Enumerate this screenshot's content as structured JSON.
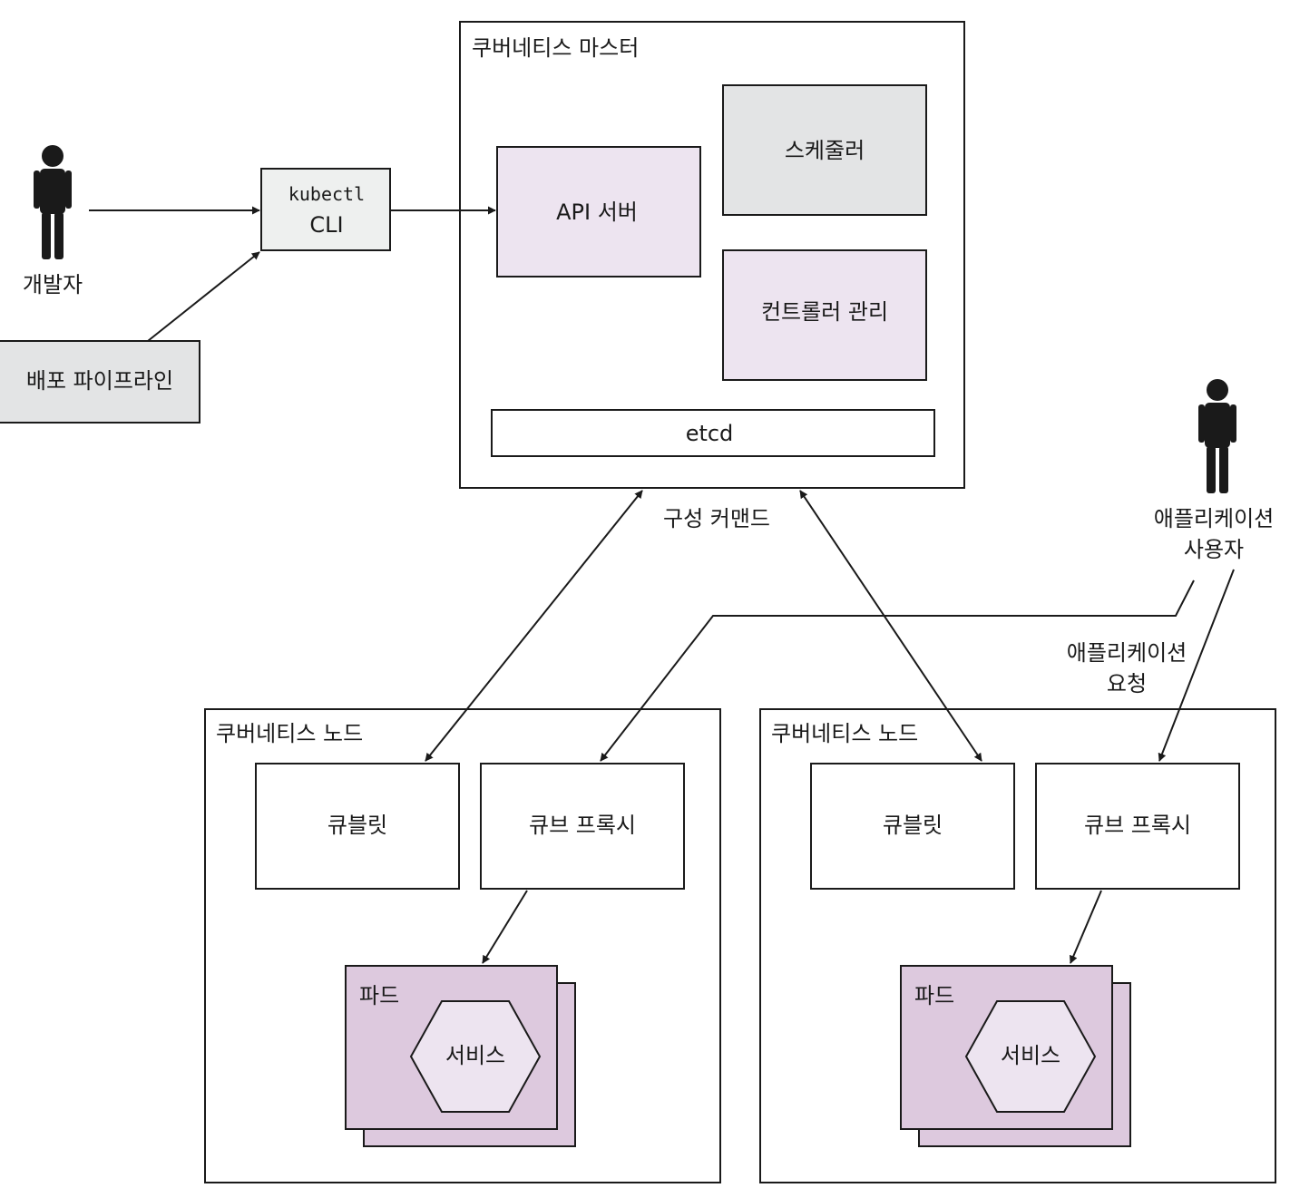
{
  "actors": {
    "developer": "개발자",
    "app_user_line1": "애플리케이션",
    "app_user_line2": "사용자"
  },
  "pipeline": "배포 파이프라인",
  "kubectl": {
    "line1": "kubectl",
    "line2": "CLI"
  },
  "master": {
    "title": "쿠버네티스 마스터",
    "api_server": "API 서버",
    "scheduler": "스케줄러",
    "controller_manager": "컨트롤러 관리",
    "etcd": "etcd"
  },
  "edges": {
    "config_command": "구성 커맨드",
    "app_request_line1": "애플리케이션",
    "app_request_line2": "요청"
  },
  "nodes": [
    {
      "title": "쿠버네티스 노드",
      "kubelet": "큐블릿",
      "kube_proxy": "큐브 프록시",
      "pod": "파드",
      "service": "서비스"
    },
    {
      "title": "쿠버네티스 노드",
      "kubelet": "큐블릿",
      "kube_proxy": "큐브 프록시",
      "pod": "파드",
      "service": "서비스"
    }
  ],
  "colors": {
    "stroke": "#1a1a1a",
    "purple_box": "#ede4f0",
    "gray_box": "#e3e4e5",
    "light_gray_box": "#eef0ef",
    "pod_fill": "#ddc9de",
    "service_fill": "#ede4f0"
  }
}
